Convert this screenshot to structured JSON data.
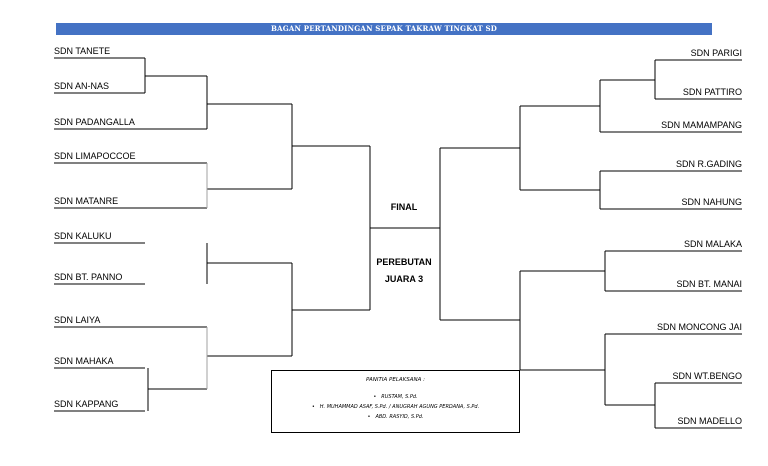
{
  "header": {
    "title": "BAGAN PERTANDINGAN SEPAK TAKRAW TINGKAT SD"
  },
  "left_teams": [
    "SDN TANETE",
    "SDN AN-NAS",
    "SDN PADANGALLA",
    "SDN LIMAPOCCOE",
    "SDN MATANRE",
    "SDN KALUKU",
    "SDN BT. PANNO",
    "SDN LAIYA",
    "SDN MAHAKA",
    "SDN KAPPANG"
  ],
  "right_teams": [
    "SDN PARIGI",
    "SDN PATTIRO",
    "SDN MAMAMPANG",
    "SDN R.GADING",
    "SDN NAHUNG",
    "SDN MALAKA",
    "SDN BT. MANAI",
    "SDN MONCONG JAI",
    "SDN WT.BENGO",
    "SDN MADELLO"
  ],
  "center": {
    "final": "FINAL",
    "third_place_line1": "PEREBUTAN",
    "third_place_line2": "JUARA 3"
  },
  "committee": {
    "heading": "PANITIA PELAKSANA :",
    "members": [
      "RUSTAM, S.Pd.",
      "H. MUHAMMAD ASAF, S.Pd. / ANUGRAH AGUNG PERDANA, S.Pd.",
      "ABD. RASYID, S.Pd."
    ]
  }
}
